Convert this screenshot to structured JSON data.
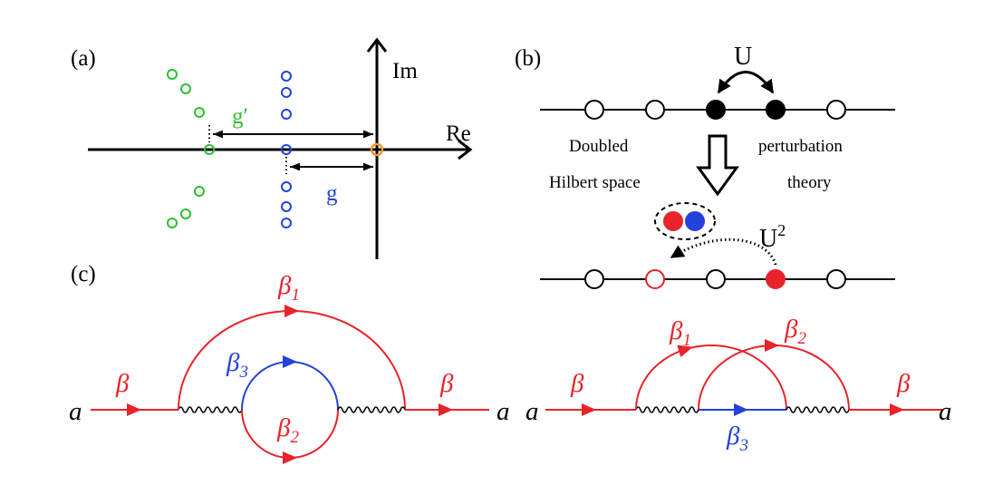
{
  "panel_a": {
    "label": "(a)",
    "axis_imaginary": "Im",
    "axis_real": "Re",
    "gap_green": "g′",
    "gap_blue": "g"
  },
  "panel_b": {
    "label": "(b)",
    "hopping": "U",
    "left_caption": [
      "Doubled",
      "Hilbert space"
    ],
    "right_caption": [
      "perturbation",
      "theory"
    ],
    "effective_hopping": {
      "base": "U",
      "sup": "2"
    }
  },
  "panel_c": {
    "label": "(c)",
    "left_diagram": {
      "external_in": "a",
      "external_out": "a",
      "line_in": "β",
      "line_out": "β",
      "outer_arc": {
        "sym": "β",
        "sub": "1"
      },
      "loop_upper": {
        "sym": "β",
        "sub": "3"
      },
      "loop_lower": {
        "sym": "β",
        "sub": "2"
      }
    },
    "right_diagram": {
      "external_in": "a",
      "external_out": "a",
      "line_in": "β",
      "line_out": "β",
      "arc_left": {
        "sym": "β",
        "sub": "1"
      },
      "arc_right": {
        "sym": "β",
        "sub": "2"
      },
      "middle_line": {
        "sym": "β",
        "sub": "3"
      }
    }
  },
  "colors": {
    "red": "#e8232a",
    "blue": "#2342db",
    "green": "#2fbf2f",
    "orange": "#f29a2e",
    "ink": "#000000"
  }
}
